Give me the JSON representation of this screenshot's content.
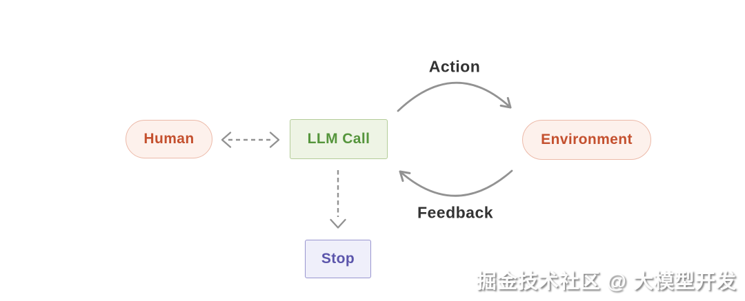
{
  "diagram": {
    "nodes": {
      "human": {
        "label": "Human",
        "shape": "pill",
        "fill": "#fdf1ec",
        "border": "#ecb9a8",
        "text_color": "#c4502e"
      },
      "llm_call": {
        "label": "LLM Call",
        "shape": "rect",
        "fill": "#eef4e5",
        "border": "#b3cc97",
        "text_color": "#55953c"
      },
      "environment": {
        "label": "Environment",
        "shape": "pill",
        "fill": "#fdf1ec",
        "border": "#ecb9a8",
        "text_color": "#c4502e"
      },
      "stop": {
        "label": "Stop",
        "shape": "rect",
        "fill": "#efeffa",
        "border": "#9894cf",
        "text_color": "#5b55ab"
      }
    },
    "edge_labels": {
      "action": "Action",
      "feedback": "Feedback"
    },
    "edges": [
      {
        "from": "human",
        "to": "llm_call",
        "style": "dashed",
        "direction": "bidirectional",
        "label": ""
      },
      {
        "from": "llm_call",
        "to": "environment",
        "style": "solid-curved",
        "direction": "one-way",
        "label": "Action"
      },
      {
        "from": "environment",
        "to": "llm_call",
        "style": "solid-curved",
        "direction": "one-way",
        "label": "Feedback"
      },
      {
        "from": "llm_call",
        "to": "stop",
        "style": "dashed",
        "direction": "one-way",
        "label": ""
      }
    ],
    "colors": {
      "arrow": "#929292",
      "edge_label": "#333333",
      "background": "#ffffff"
    }
  },
  "watermark": {
    "text": "掘金技术社区 @ 大模型开发"
  }
}
